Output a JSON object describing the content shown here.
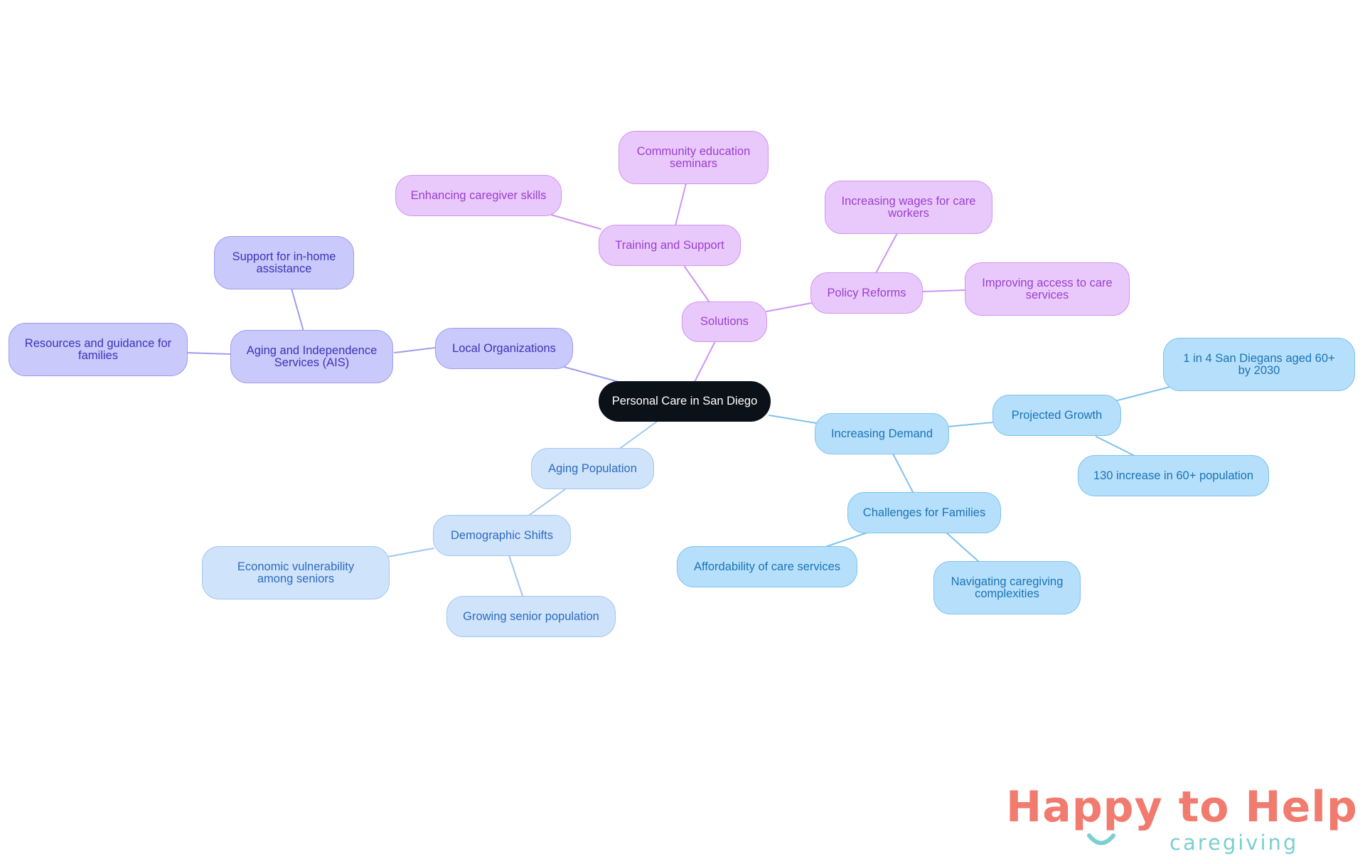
{
  "mindmap": {
    "root": {
      "label": "Personal Care in San Diego"
    },
    "nodes": {
      "solutions": "Solutions",
      "training_support": "Training and Support",
      "community_seminars": "Community education seminars",
      "enhancing_skills": "Enhancing caregiver skills",
      "policy_reforms": "Policy Reforms",
      "increasing_wages": "Increasing wages for care workers",
      "improving_access": "Improving access to care services",
      "local_organizations": "Local Organizations",
      "ais": "Aging and Independence Services (AIS)",
      "support_inhome": "Support for in-home assistance",
      "resources_guidance": "Resources and guidance for families",
      "aging_population": "Aging Population",
      "demographic_shifts": "Demographic Shifts",
      "economic_vulnerability": "Economic vulnerability among seniors",
      "growing_senior": "Growing senior population",
      "increasing_demand": "Increasing Demand",
      "projected_growth": "Projected Growth",
      "one_in_four": "1 in 4 San Diegans aged 60+ by 2030",
      "increase_130": "130 increase in 60+ population",
      "challenges_families": "Challenges for Families",
      "affordability": "Affordability of care services",
      "navigating": "Navigating caregiving complexities"
    }
  },
  "logo": {
    "main_text": "Happy to Help",
    "sub_text": "caregiving"
  },
  "colors": {
    "root": "#0b1118",
    "purple_branch": "#cf94f1",
    "indigo_branch": "#9d9df0",
    "lightblue_branch": "#a3c6f0",
    "sky_branch": "#7ec2ef",
    "logo_coral": "#f07b6e",
    "logo_teal": "#7ccfd0"
  }
}
